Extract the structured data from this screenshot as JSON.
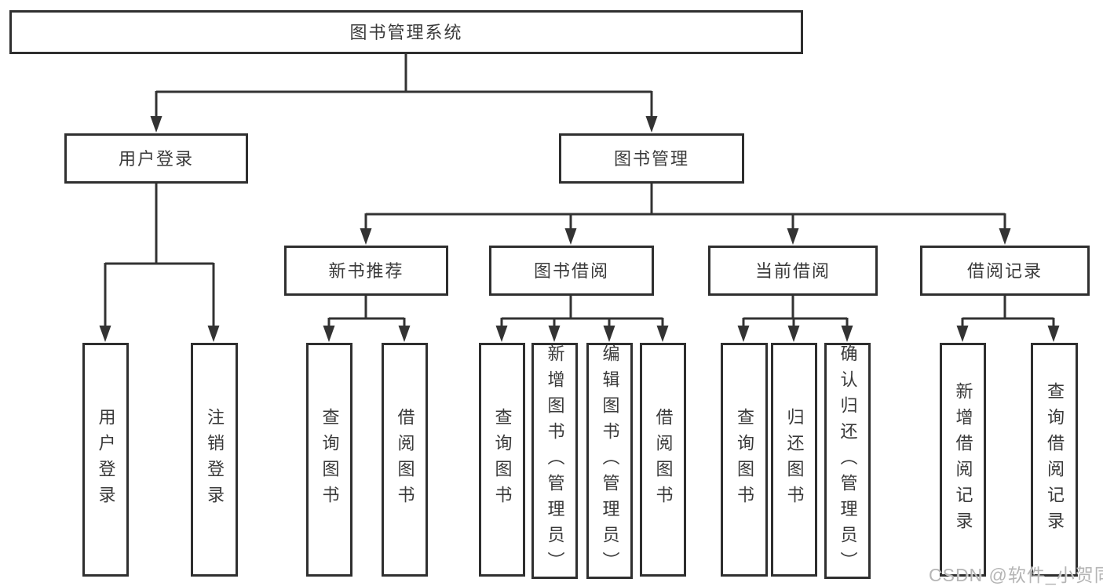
{
  "diagram_type": "hierarchy-tree",
  "tree": {
    "root": {
      "label": "图书管理系统"
    },
    "branches": [
      {
        "label": "用户登录",
        "children": [
          {
            "label": "用户登录"
          },
          {
            "label": "注销登录"
          }
        ]
      },
      {
        "label": "图书管理",
        "children": [
          {
            "label": "新书推荐",
            "children": [
              {
                "label": "查询图书"
              },
              {
                "label": "借阅图书"
              }
            ]
          },
          {
            "label": "图书借阅",
            "children": [
              {
                "label": "查询图书"
              },
              {
                "label": "新增图书（管理员）"
              },
              {
                "label": "编辑图书（管理员）"
              },
              {
                "label": "借阅图书"
              }
            ]
          },
          {
            "label": "当前借阅",
            "children": [
              {
                "label": "查询图书"
              },
              {
                "label": "归还图书"
              },
              {
                "label": "确认归还（管理员）"
              }
            ]
          },
          {
            "label": "借阅记录",
            "children": [
              {
                "label": "新增借阅记录"
              },
              {
                "label": "查询借阅记录"
              }
            ]
          }
        ]
      }
    ]
  },
  "watermark": "CSDN @软件_小贺同学",
  "colors": {
    "line": "#333333",
    "border": "#2f2f2f",
    "text": "#3a3a3a",
    "background": "#ffffff",
    "watermark": "#b5b5b5"
  }
}
